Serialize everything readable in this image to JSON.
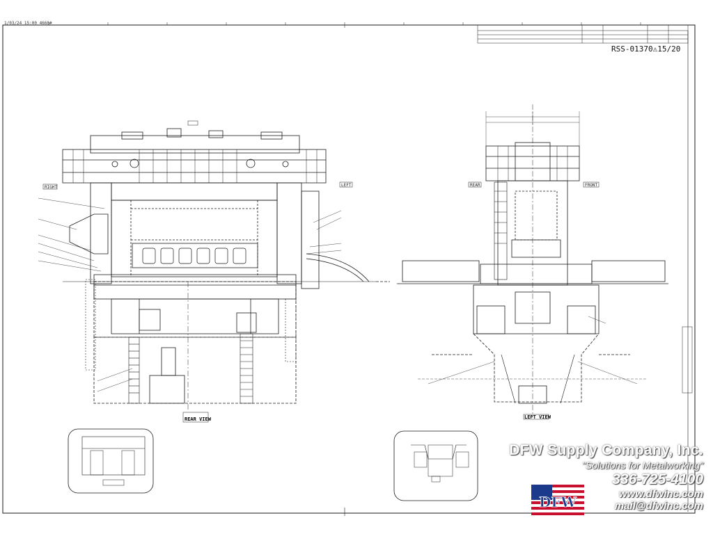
{
  "drawing": {
    "number": "RSS-01370",
    "revision_mark": "⚠15/20",
    "fax_header": "1/03/24 15:00 4660#"
  },
  "views": {
    "rear_view_label": "REAR VIEW",
    "left_view_label": "LEFT VIEW",
    "right_tag": "RIGHT",
    "left_tag": "LEFT",
    "rear_tag": "REAR",
    "front_tag": "FRONT"
  },
  "company": {
    "name": "DFW Supply Company, Inc.",
    "tagline": "\"Solutions for Metalworking\"",
    "phone": "336-725-4100",
    "website": "www.dfwinc.com",
    "email": "mail@dfwinc.com",
    "logo_text": "DFW"
  },
  "colors": {
    "line": "#1a1a1a",
    "logo_blue": "#1b3a8c",
    "logo_red": "#c8102e"
  }
}
